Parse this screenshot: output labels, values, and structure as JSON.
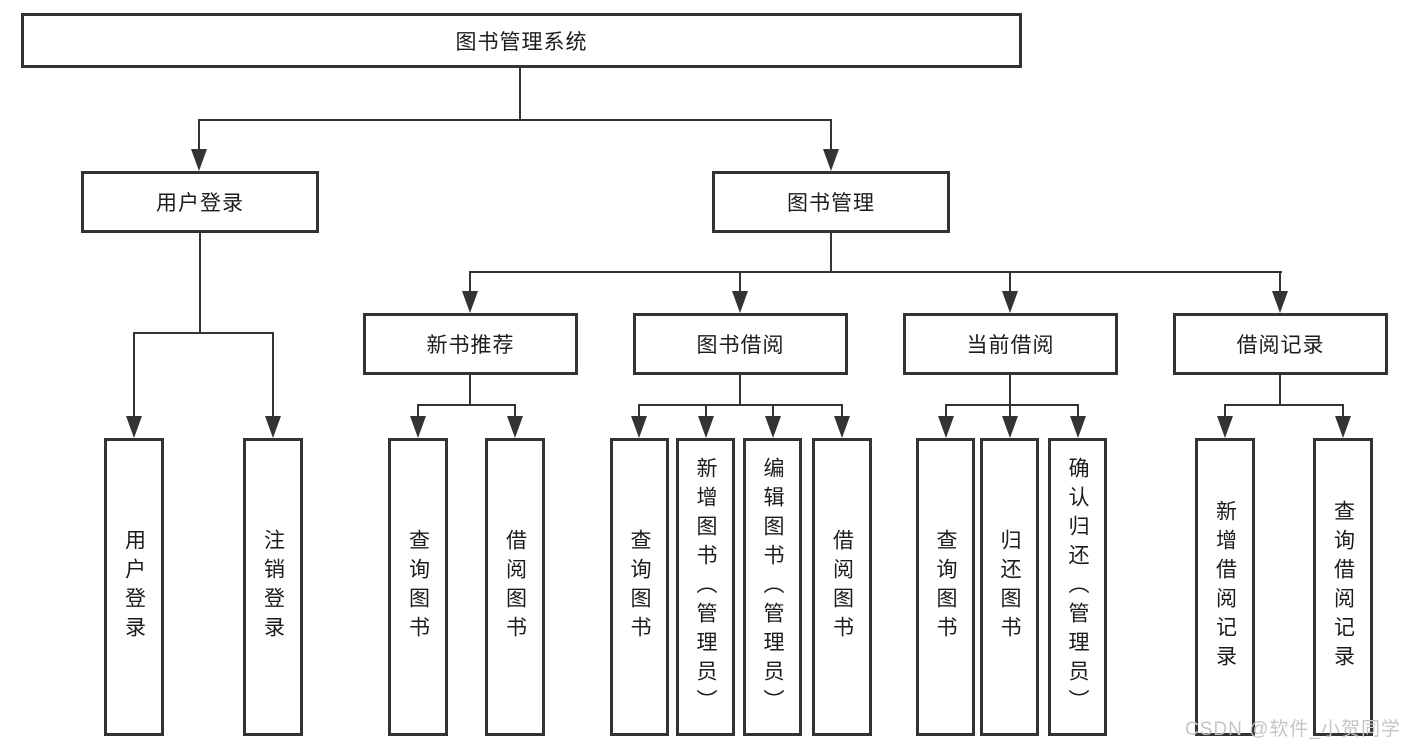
{
  "diagram": {
    "root": {
      "label": "图书管理系统"
    },
    "level2": [
      {
        "label": "用户登录"
      },
      {
        "label": "图书管理"
      }
    ],
    "level3": [
      {
        "label": "新书推荐"
      },
      {
        "label": "图书借阅"
      },
      {
        "label": "当前借阅"
      },
      {
        "label": "借阅记录"
      }
    ],
    "leaves": {
      "user_login": [
        "用户登录",
        "注销登录"
      ],
      "new_book": [
        "查询图书",
        "借阅图书"
      ],
      "book_borrow": [
        "查询图书",
        "新增图书（管理员）",
        "编辑图书（管理员）",
        "借阅图书"
      ],
      "current_borrow": [
        "查询图书",
        "归还图书",
        "确认归还（管理员）"
      ],
      "borrow_record": [
        "新增借阅记录",
        "查询借阅记录"
      ]
    },
    "watermark": "CSDN @软件_小贺同学",
    "colors": {
      "line": "#333333",
      "text": "#1c1c1e",
      "watermark": "#c5c5c5",
      "background": "#ffffff"
    }
  }
}
